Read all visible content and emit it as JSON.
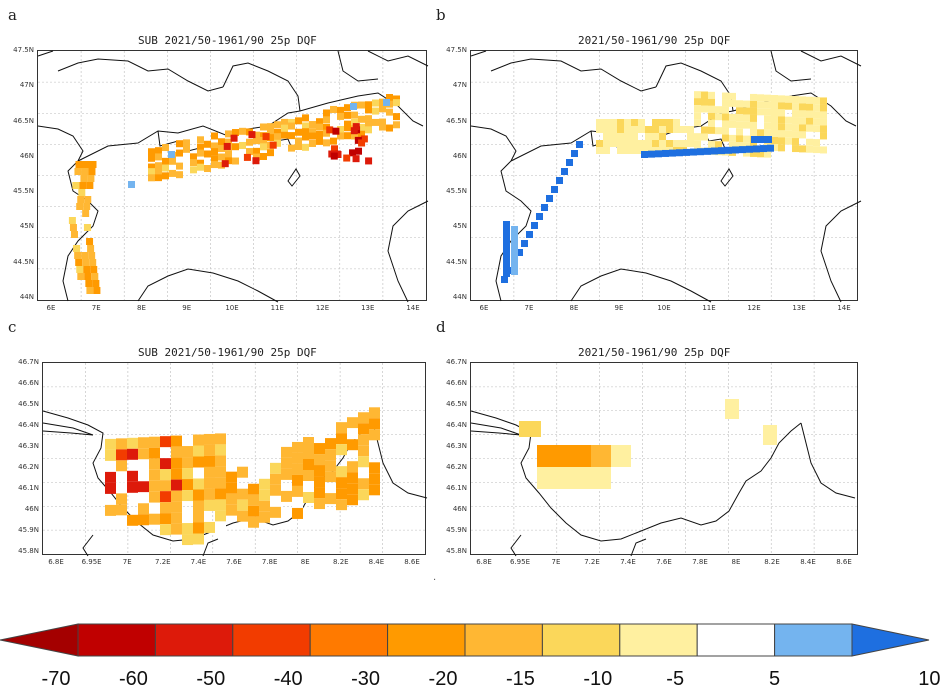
{
  "panels": {
    "a": {
      "letter": "a",
      "title": "SUB 2021/50-1961/90 25p DQF",
      "yticks": [
        "47.5N",
        "47N",
        "46.5N",
        "46N",
        "45.5N",
        "45N",
        "44.5N",
        "44N"
      ],
      "xticks": [
        "6E",
        "7E",
        "8E",
        "9E",
        "10E",
        "11E",
        "12E",
        "13E",
        "14E"
      ]
    },
    "b": {
      "letter": "b",
      "title": "2021/50-1961/90 25p DQF",
      "yticks": [
        "47.5N",
        "47N",
        "46.5N",
        "46N",
        "45.5N",
        "45N",
        "44.5N",
        "44N"
      ],
      "xticks": [
        "6E",
        "7E",
        "8E",
        "9E",
        "10E",
        "11E",
        "12E",
        "13E",
        "14E"
      ]
    },
    "c": {
      "letter": "c",
      "title": "SUB 2021/50-1961/90 25p DQF",
      "yticks": [
        "46.7N",
        "46.6N",
        "46.5N",
        "46.4N",
        "46.3N",
        "46.2N",
        "46.1N",
        "46N",
        "45.9N",
        "45.8N"
      ],
      "xticks": [
        "6.8E",
        "6.95E",
        "7E",
        "7.2E",
        "7.4E",
        "7.6E",
        "7.8E",
        "8E",
        "8.2E",
        "8.4E",
        "8.6E"
      ]
    },
    "d": {
      "letter": "d",
      "title": "2021/50-1961/90 25p DQF",
      "yticks": [
        "46.7N",
        "46.6N",
        "46.5N",
        "46.4N",
        "46.3N",
        "46.2N",
        "46.1N",
        "46N",
        "45.9N",
        "45.8N"
      ],
      "xticks": [
        "6.8E",
        "6.95E",
        "7E",
        "7.2E",
        "7.4E",
        "7.6E",
        "7.8E",
        "8E",
        "8.2E",
        "8.4E",
        "8.6E"
      ]
    }
  },
  "colorbar": {
    "labels": [
      "-70",
      "-60",
      "-50",
      "-40",
      "-30",
      "-20",
      "-15",
      "-10",
      "-5",
      "5",
      "10"
    ],
    "colors": [
      "#a40000",
      "#c00000",
      "#dd1a0a",
      "#f23c00",
      "#ff7a00",
      "#ff9a00",
      "#ffb733",
      "#fbd75a",
      "#fff0a0",
      "#ffffff",
      "#74b4ef",
      "#1e6fe0"
    ]
  },
  "small_mark": "."
}
